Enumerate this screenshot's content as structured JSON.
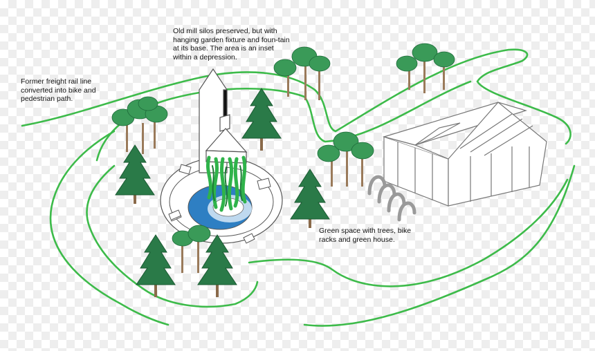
{
  "annotations": {
    "silo": "Old mill silos preserved, but with hanging garden fixture and foun-tain at its base. The area is an inset within a depression.",
    "rail": "Former freight rail line converted into bike and pedestrian path.",
    "green_space": "Green space with trees, bike racks and green house."
  },
  "colors": {
    "path_green": "#3dbb4a",
    "tree_dark": "#236b3c",
    "tree_mid": "#2f8a4e",
    "fountain_blue": "#2e7fc3",
    "outline": "#555555"
  }
}
